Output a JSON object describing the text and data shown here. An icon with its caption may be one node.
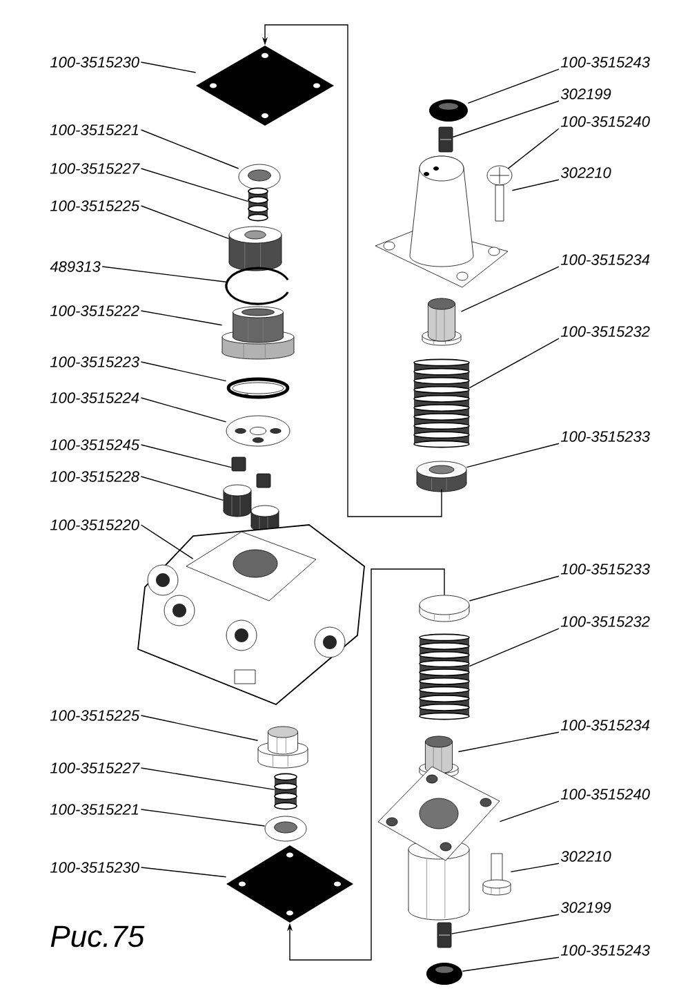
{
  "diagram": {
    "caption": "Рис.75",
    "nodes": [
      {
        "text": [
          "100-3515230"
        ]
      },
      {
        "text": [],
        "shape": "picture"
      },
      {
        "text": [
          "100-3515221"
        ]
      },
      {
        "text": [],
        "shape": "picture"
      },
      {
        "text": [
          "100-3515227"
        ]
      },
      {
        "text": [],
        "shape": "picture"
      },
      {
        "text": [
          "100-3515225"
        ]
      },
      {
        "text": [],
        "shape": "picture"
      },
      {
        "text": [
          "489313"
        ]
      },
      {
        "text": [],
        "shape": "picture"
      },
      {
        "text": [
          "100-3515222"
        ]
      },
      {
        "text": [],
        "shape": "picture"
      },
      {
        "text": [
          "100-3515223"
        ]
      },
      {
        "text": [],
        "shape": "picture"
      },
      {
        "text": [
          "100-3515224"
        ]
      },
      {
        "text": [],
        "shape": "picture"
      },
      {
        "text": [
          "100-3515245"
        ]
      },
      {
        "text": [],
        "shape": "picture"
      },
      {
        "text": [
          "100-3515228"
        ]
      },
      {
        "text": [],
        "shape": "picture"
      },
      {
        "text": [
          "100-3515220"
        ]
      },
      {
        "text": [],
        "shape": "picture"
      },
      {
        "text": [
          "100-3515225"
        ]
      },
      {
        "text": [],
        "shape": "picture"
      },
      {
        "text": [
          "100-3515227"
        ]
      },
      {
        "text": [],
        "shape": "picture"
      },
      {
        "text": [
          "100-3515221"
        ]
      },
      {
        "text": [],
        "shape": "picture"
      },
      {
        "text": [
          "100-3515230"
        ]
      },
      {
        "text": [],
        "shape": "picture"
      },
      {
        "text": [
          "100-3515243"
        ]
      },
      {
        "text": [],
        "shape": "picture"
      },
      {
        "text": [
          "302199"
        ]
      },
      {
        "text": [],
        "shape": "picture"
      },
      {
        "text": [
          "100-3515240"
        ]
      },
      {
        "text": [],
        "shape": "picture"
      },
      {
        "text": [
          "302210"
        ]
      },
      {
        "text": [],
        "shape": "picture"
      },
      {
        "text": [
          "100-3515234"
        ]
      },
      {
        "text": [],
        "shape": "picture"
      },
      {
        "text": [
          "100-3515232"
        ]
      },
      {
        "text": [],
        "shape": "picture"
      },
      {
        "text": [
          "100-3515233"
        ]
      },
      {
        "text": [],
        "shape": "picture"
      },
      {
        "text": [
          "100-3515233"
        ]
      },
      {
        "text": [],
        "shape": "picture"
      },
      {
        "text": [
          "100-3515232"
        ]
      },
      {
        "text": [],
        "shape": "picture"
      },
      {
        "text": [
          "100-3515234"
        ]
      },
      {
        "text": [],
        "shape": "picture"
      },
      {
        "text": [
          "100-3515240"
        ]
      },
      {
        "text": [],
        "shape": "picture"
      },
      {
        "text": [
          "302210"
        ]
      },
      {
        "text": [],
        "shape": "picture"
      },
      {
        "text": [
          "302199"
        ]
      },
      {
        "text": [],
        "shape": "picture"
      },
      {
        "text": [
          "100-3515243"
        ]
      },
      {
        "text": [],
        "shape": "picture"
      }
    ],
    "edges": [
      {
        "from": 0,
        "to": 1,
        "arrow": "none"
      },
      {
        "from": 2,
        "to": 3,
        "arrow": "none"
      },
      {
        "from": 4,
        "to": 5,
        "arrow": "none"
      },
      {
        "from": 6,
        "to": 7,
        "arrow": "none"
      },
      {
        "from": 8,
        "to": 9,
        "arrow": "none"
      },
      {
        "from": 10,
        "to": 11,
        "arrow": "none"
      },
      {
        "from": 12,
        "to": 13,
        "arrow": "none"
      },
      {
        "from": 14,
        "to": 15,
        "arrow": "none"
      },
      {
        "from": 16,
        "to": 17,
        "arrow": "none"
      },
      {
        "from": 18,
        "to": 19,
        "arrow": "none"
      },
      {
        "from": 20,
        "to": 21,
        "arrow": "none"
      },
      {
        "from": 22,
        "to": 23,
        "arrow": "none"
      },
      {
        "from": 24,
        "to": 25,
        "arrow": "none"
      },
      {
        "from": 26,
        "to": 27,
        "arrow": "none"
      },
      {
        "from": 28,
        "to": 29,
        "arrow": "none"
      },
      {
        "from": 30,
        "to": 31,
        "arrow": "none"
      },
      {
        "from": 32,
        "to": 33,
        "arrow": "none"
      },
      {
        "from": 34,
        "to": 35,
        "arrow": "none"
      },
      {
        "from": 36,
        "to": 37,
        "arrow": "none"
      },
      {
        "from": 38,
        "to": 39,
        "arrow": "none"
      },
      {
        "from": 40,
        "to": 41,
        "arrow": "none"
      },
      {
        "from": 42,
        "to": 43,
        "arrow": "none"
      },
      {
        "from": 44,
        "to": 45,
        "arrow": "none"
      },
      {
        "from": 46,
        "to": 47,
        "arrow": "none"
      },
      {
        "from": 48,
        "to": 49,
        "arrow": "none"
      },
      {
        "from": 50,
        "to": 51,
        "arrow": "none"
      },
      {
        "from": 52,
        "to": 53,
        "arrow": "none"
      },
      {
        "from": 54,
        "to": 55,
        "arrow": "none"
      },
      {
        "from": 56,
        "to": 57,
        "arrow": "none"
      },
      {
        "from": 43,
        "to": 1,
        "arrow": "to"
      },
      {
        "from": 45,
        "to": 29,
        "arrow": "to"
      }
    ]
  }
}
